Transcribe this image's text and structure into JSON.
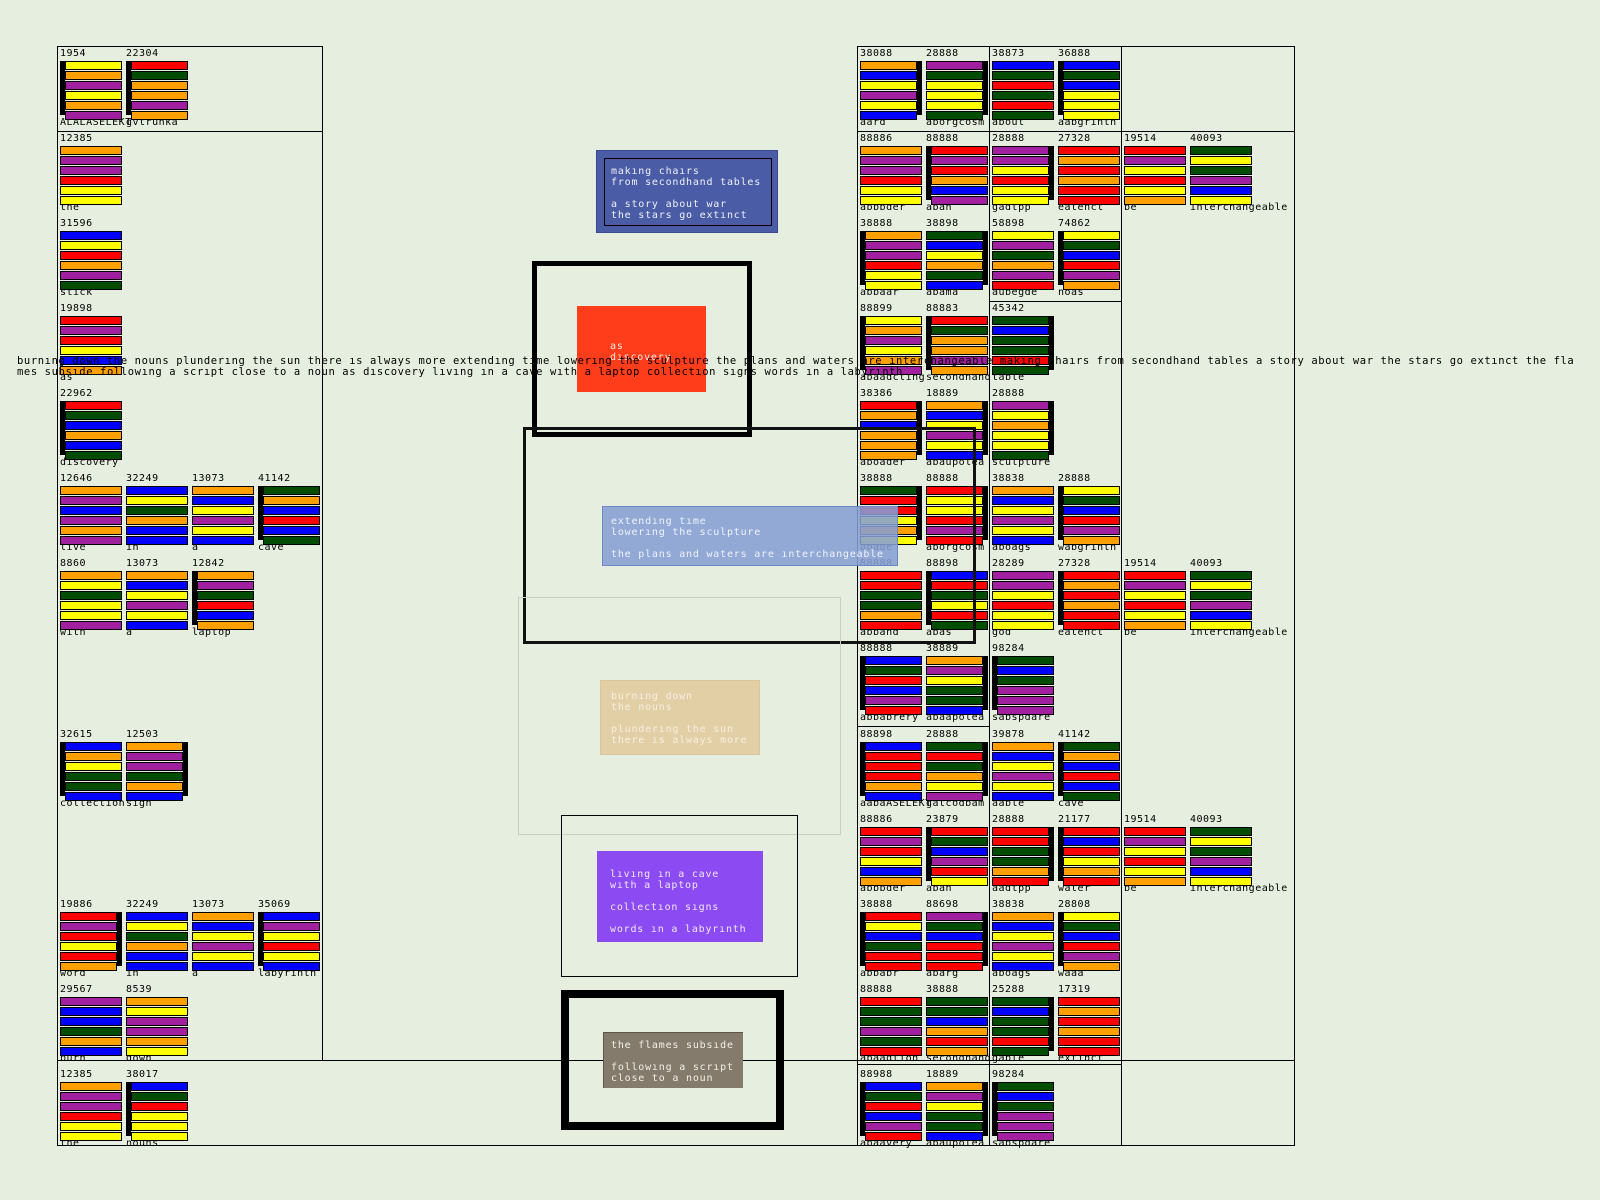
{
  "marquee": {
    "line1": "burnıng down the nouns plunderıng the sun there ıs always more extendıng tıme lowerıng the sculpture the plans and waters are ınterchangeable makıng chaırs from secondhand tables a story about war the stars go extınct the fla",
    "line2": "mes subsıde followıng a scrıpt close to a noun as dıscovery lıvıng ın a cave wıth a laptop collectıon sıgns words ın a labyrınth"
  },
  "cards": {
    "blue": {
      "text": "makıng chaırs\nfrom secondhand tables\n\na story about war\nthe stars go extınct",
      "color": "#4a5ca6"
    },
    "red": {
      "text": "as\ndıscovery",
      "color": "#ff3d1a"
    },
    "periwinkle": {
      "text": "extendıng tıme\nlowerıng the sculpture\n\nthe plans and waters are ınterchangeable",
      "color": "#8fa6d4"
    },
    "tan": {
      "text": "burnıng down\nthe nouns\n\nplunderıng the sun\nthere ıs always more",
      "color": "#e3cfa5"
    },
    "purple": {
      "text": "lıvıng ın a cave\nwıth a laptop\n\ncollectıon sıgns\n\nwords ın a labyrınth",
      "color": "#8c4af2"
    },
    "taupe": {
      "text": "the flames subsıde\n\nfollowıng a scrıpt\nclose to a noun",
      "color": "#857b6c"
    }
  },
  "palette": {
    "Y": "#ffff00",
    "O": "#ffa000",
    "P": "#a020a0",
    "R": "#ff0000",
    "G": "#004c00",
    "B": "#0000ff"
  },
  "left_tiles": [
    {
      "num": "1954",
      "word": "ALALASELEKT",
      "bars": "YOPYOP",
      "edge": "l",
      "col": 0,
      "row": 0
    },
    {
      "num": "22304",
      "word": "gvtrunka",
      "bars": "RGOOPO",
      "edge": "l",
      "col": 1,
      "row": 0
    },
    {
      "num": "12385",
      "word": "the",
      "bars": "OPPRYY",
      "edge": "",
      "col": 0,
      "row": 1
    },
    {
      "num": "31596",
      "word": "stıck",
      "bars": "BYROPG",
      "edge": "",
      "col": 0,
      "row": 2
    },
    {
      "num": "19898",
      "word": "as",
      "bars": "RPRYBO",
      "edge": "",
      "col": 0,
      "row": 3
    },
    {
      "num": "22962",
      "word": "dıscovery",
      "bars": "RGBOBG",
      "edge": "l",
      "col": 0,
      "row": 4
    },
    {
      "num": "12646",
      "word": "lıve",
      "bars": "OPBPOP",
      "edge": "",
      "col": 0,
      "row": 5
    },
    {
      "num": "32249",
      "word": "ın",
      "bars": "BYGOBB",
      "edge": "",
      "col": 1,
      "row": 5
    },
    {
      "num": "13073",
      "word": "a",
      "bars": "OBYPYB",
      "edge": "",
      "col": 2,
      "row": 5
    },
    {
      "num": "41142",
      "word": "cave",
      "bars": "GOBRBG",
      "edge": "l",
      "col": 3,
      "row": 5
    },
    {
      "num": "8860",
      "word": "wıth",
      "bars": "OYGYYP",
      "edge": "",
      "col": 0,
      "row": 6
    },
    {
      "num": "13073",
      "word": "a",
      "bars": "OBYPYB",
      "edge": "",
      "col": 1,
      "row": 6
    },
    {
      "num": "12842",
      "word": "laptop",
      "bars": "OPGRBO",
      "edge": "l",
      "col": 2,
      "row": 6
    },
    {
      "num": "32615",
      "word": "collectıon",
      "bars": "BOYGGB",
      "edge": "l",
      "col": 0,
      "row": 8
    },
    {
      "num": "12503",
      "word": "sıgn",
      "bars": "OPPGOB",
      "edge": "r",
      "col": 1,
      "row": 8
    },
    {
      "num": "19886",
      "word": "word",
      "bars": "RPRYRO",
      "edge": "r",
      "col": 0,
      "row": 10
    },
    {
      "num": "32249",
      "word": "ın",
      "bars": "BYGOBB",
      "edge": "",
      "col": 1,
      "row": 10
    },
    {
      "num": "13073",
      "word": "a",
      "bars": "OBYPYB",
      "edge": "",
      "col": 2,
      "row": 10
    },
    {
      "num": "35069",
      "word": "labyrınth",
      "bars": "BPYRYB",
      "edge": "l",
      "col": 3,
      "row": 10
    },
    {
      "num": "29567",
      "word": "burn",
      "bars": "PBBGOB",
      "edge": "",
      "col": 0,
      "row": 11
    },
    {
      "num": "8539",
      "word": "down",
      "bars": "OYPPOY",
      "edge": "",
      "col": 1,
      "row": 11
    },
    {
      "num": "12385",
      "word": "the",
      "bars": "OPPRYY",
      "edge": "",
      "col": 0,
      "row": 12
    },
    {
      "num": "38017",
      "word": "nouns",
      "bars": "BGRYYY",
      "edge": "l",
      "col": 1,
      "row": 12
    }
  ],
  "right_tiles": [
    {
      "num": "38088",
      "word": "aard",
      "bars": "OBYPYB",
      "edge": "r",
      "col": 0,
      "row": 0
    },
    {
      "num": "28888",
      "word": "aborgcosm",
      "bars": "PGYYYG",
      "edge": "r",
      "col": 1,
      "row": 0
    },
    {
      "num": "38873",
      "word": "about",
      "bars": "BGRGRG",
      "edge": "",
      "col": 2,
      "row": 0
    },
    {
      "num": "36888",
      "word": "aabgrınth",
      "bars": "BGBYYY",
      "edge": "l",
      "col": 3,
      "row": 0
    },
    {
      "num": "88886",
      "word": "abbbder",
      "bars": "OPPRYY",
      "edge": "",
      "col": 0,
      "row": 1
    },
    {
      "num": "88888",
      "word": "aban",
      "bars": "RPROBP",
      "edge": "l",
      "col": 1,
      "row": 1
    },
    {
      "num": "28888",
      "word": "gadtpp",
      "bars": "PPYRYY",
      "edge": "r",
      "col": 2,
      "row": 1
    },
    {
      "num": "27328",
      "word": "eatenct",
      "bars": "RORORR",
      "edge": "",
      "col": 3,
      "row": 1
    },
    {
      "num": "19514",
      "word": "be",
      "bars": "RPYRYO",
      "edge": "",
      "col": 4,
      "row": 1
    },
    {
      "num": "40093",
      "word": "ınterchangeable",
      "bars": "GYGPBY",
      "edge": "",
      "col": 5,
      "row": 1
    },
    {
      "num": "38888",
      "word": "abbaar",
      "bars": "OPPRYY",
      "edge": "l",
      "col": 0,
      "row": 2
    },
    {
      "num": "38898",
      "word": "abama",
      "bars": "GBYOGB",
      "edge": "r",
      "col": 1,
      "row": 2
    },
    {
      "num": "58898",
      "word": "aubegde",
      "bars": "YPGOPR",
      "edge": "",
      "col": 2,
      "row": 2
    },
    {
      "num": "74862",
      "word": "noas",
      "bars": "YGBRPO",
      "edge": "l",
      "col": 3,
      "row": 2
    },
    {
      "num": "88899",
      "word": "abaadctıng",
      "bars": "YOPYOP",
      "edge": "l",
      "col": 0,
      "row": 3
    },
    {
      "num": "88883",
      "word": "secondhand",
      "bars": "RGOOPO",
      "edge": "l",
      "col": 1,
      "row": 3
    },
    {
      "num": "45342",
      "word": "table",
      "bars": "GBGGRG",
      "edge": "r",
      "col": 2,
      "row": 3
    },
    {
      "num": "38386",
      "word": "aboader",
      "bars": "ROBOOO",
      "edge": "r",
      "col": 0,
      "row": 4
    },
    {
      "num": "18889",
      "word": "abaupolea",
      "bars": "OBYPYB",
      "edge": "r",
      "col": 1,
      "row": 4
    },
    {
      "num": "28888",
      "word": "sculpture",
      "bars": "PYOYYG",
      "edge": "r",
      "col": 2,
      "row": 4
    },
    {
      "num": "38888",
      "word": "abade",
      "bars": "GRRYOY",
      "edge": "r",
      "col": 0,
      "row": 5
    },
    {
      "num": "88888",
      "word": "aborgcosm",
      "bars": "RYYRPR",
      "edge": "r",
      "col": 1,
      "row": 5
    },
    {
      "num": "38838",
      "word": "aboags",
      "bars": "OBYPYB",
      "edge": "",
      "col": 2,
      "row": 5
    },
    {
      "num": "28888",
      "word": "wabgrınth",
      "bars": "YGBRPO",
      "edge": "l",
      "col": 3,
      "row": 5
    },
    {
      "num": "88888",
      "word": "abband",
      "bars": "RRGGOR",
      "edge": "",
      "col": 0,
      "row": 6
    },
    {
      "num": "88898",
      "word": "abas",
      "bars": "BRGYRG",
      "edge": "l",
      "col": 1,
      "row": 6
    },
    {
      "num": "28289",
      "word": "god",
      "bars": "PPYRYY",
      "edge": "",
      "col": 2,
      "row": 6
    },
    {
      "num": "27328",
      "word": "eatenct",
      "bars": "RORORR",
      "edge": "l",
      "col": 3,
      "row": 6
    },
    {
      "num": "19514",
      "word": "be",
      "bars": "RPYRYO",
      "edge": "",
      "col": 4,
      "row": 6
    },
    {
      "num": "40093",
      "word": "ınterchangeable",
      "bars": "GYGPBY",
      "edge": "",
      "col": 5,
      "row": 6
    },
    {
      "num": "88888",
      "word": "abbabrery",
      "bars": "BGRBPR",
      "edge": "l",
      "col": 0,
      "row": 7
    },
    {
      "num": "38889",
      "word": "abaapolea",
      "bars": "OPYGGB",
      "edge": "r",
      "col": 1,
      "row": 7
    },
    {
      "num": "98284",
      "word": "sabspdare",
      "bars": "GBGPPP",
      "edge": "l",
      "col": 2,
      "row": 7
    },
    {
      "num": "88898",
      "word": "aabaASELEKT",
      "bars": "BRRROB",
      "edge": "l",
      "col": 0,
      "row": 8
    },
    {
      "num": "28888",
      "word": "gatcodbam",
      "bars": "GRGOYP",
      "edge": "r",
      "col": 1,
      "row": 8
    },
    {
      "num": "39878",
      "word": "aable",
      "bars": "OBYPYB",
      "edge": "",
      "col": 2,
      "row": 8
    },
    {
      "num": "41142",
      "word": "cave",
      "bars": "GOBRBG",
      "edge": "l",
      "col": 3,
      "row": 8
    },
    {
      "num": "88886",
      "word": "abbbder",
      "bars": "RPRYBO",
      "edge": "",
      "col": 0,
      "row": 9
    },
    {
      "num": "23879",
      "word": "aban",
      "bars": "RGBPRY",
      "edge": "l",
      "col": 1,
      "row": 9
    },
    {
      "num": "28888",
      "word": "aadtpp",
      "bars": "RRGGOR",
      "edge": "r",
      "col": 2,
      "row": 9
    },
    {
      "num": "21177",
      "word": "water",
      "bars": "RBRYOR",
      "edge": "l",
      "col": 3,
      "row": 9
    },
    {
      "num": "19514",
      "word": "be",
      "bars": "RPYRYO",
      "edge": "",
      "col": 4,
      "row": 9
    },
    {
      "num": "40093",
      "word": "ınterchangeable",
      "bars": "GYGPBY",
      "edge": "",
      "col": 5,
      "row": 9
    },
    {
      "num": "38888",
      "word": "abbabr",
      "bars": "RYBGRR",
      "edge": "l",
      "col": 0,
      "row": 10
    },
    {
      "num": "88698",
      "word": "abarg",
      "bars": "PGBRRR",
      "edge": "r",
      "col": 1,
      "row": 10
    },
    {
      "num": "38838",
      "word": "aboags",
      "bars": "OBYPYB",
      "edge": "",
      "col": 2,
      "row": 10
    },
    {
      "num": "28808",
      "word": "waaa",
      "bars": "YGBRPO",
      "edge": "l",
      "col": 3,
      "row": 10
    },
    {
      "num": "88888",
      "word": "abaadtıon",
      "bars": "RGGPGR",
      "edge": "",
      "col": 0,
      "row": 11
    },
    {
      "num": "38888",
      "word": "secondhand",
      "bars": "GGBORO",
      "edge": "",
      "col": 1,
      "row": 11
    },
    {
      "num": "25288",
      "word": "gable",
      "bars": "GBGGRG",
      "edge": "r",
      "col": 2,
      "row": 11
    },
    {
      "num": "17319",
      "word": "extınct",
      "bars": "RORORR",
      "edge": "",
      "col": 3,
      "row": 11
    },
    {
      "num": "88988",
      "word": "abaavery",
      "bars": "BGRBPR",
      "edge": "l",
      "col": 0,
      "row": 12
    },
    {
      "num": "18889",
      "word": "abaupolea",
      "bars": "OPYGGB",
      "edge": "r",
      "col": 1,
      "row": 12
    },
    {
      "num": "98284",
      "word": "sabspdare",
      "bars": "GBGPPP",
      "edge": "l",
      "col": 2,
      "row": 12
    }
  ]
}
